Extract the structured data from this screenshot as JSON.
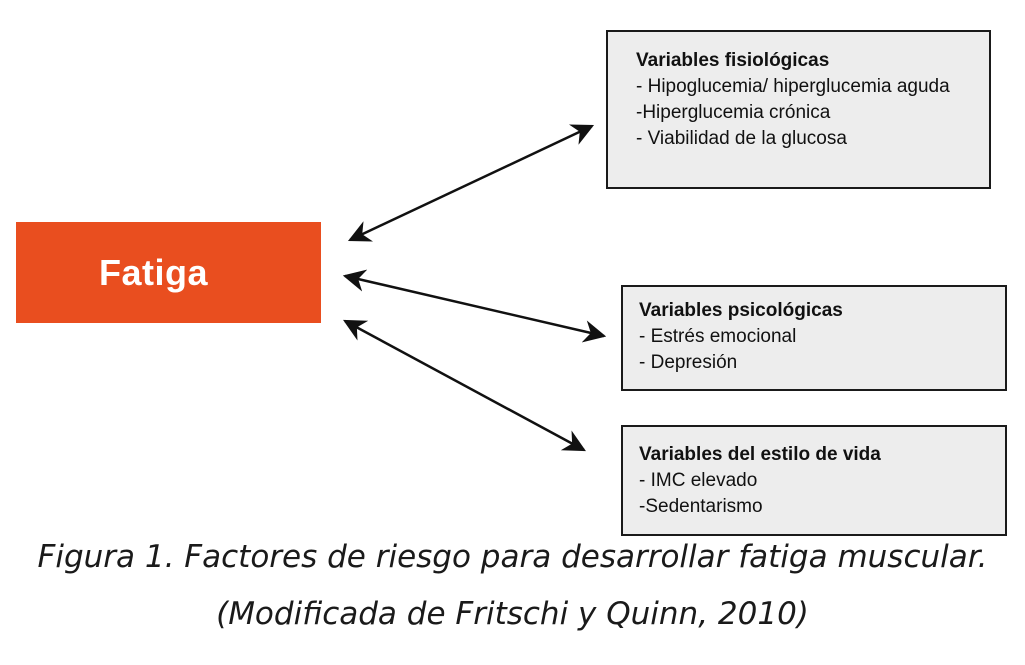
{
  "center": {
    "label": "Fatiga",
    "color": "#e94e1f"
  },
  "boxes": {
    "fisiologicas": {
      "title": "Variables fisiológicas",
      "items": [
        "- Hipoglucemia/ hiperglucemia aguda",
        "-Hiperglucemia crónica",
        "- Viabilidad de la glucosa"
      ]
    },
    "psicologicas": {
      "title": "Variables psicológicas",
      "items": [
        "- Estrés emocional",
        "- Depresión"
      ]
    },
    "estilo_vida": {
      "title": "Variables del estilo de vida",
      "items": [
        "- IMC elevado",
        "-Sedentarismo"
      ]
    }
  },
  "caption": {
    "line1": "Figura 1. Factores de riesgo para desarrollar fatiga muscular.",
    "line2": "(Modificada de Fritschi y Quinn, 2010)"
  }
}
